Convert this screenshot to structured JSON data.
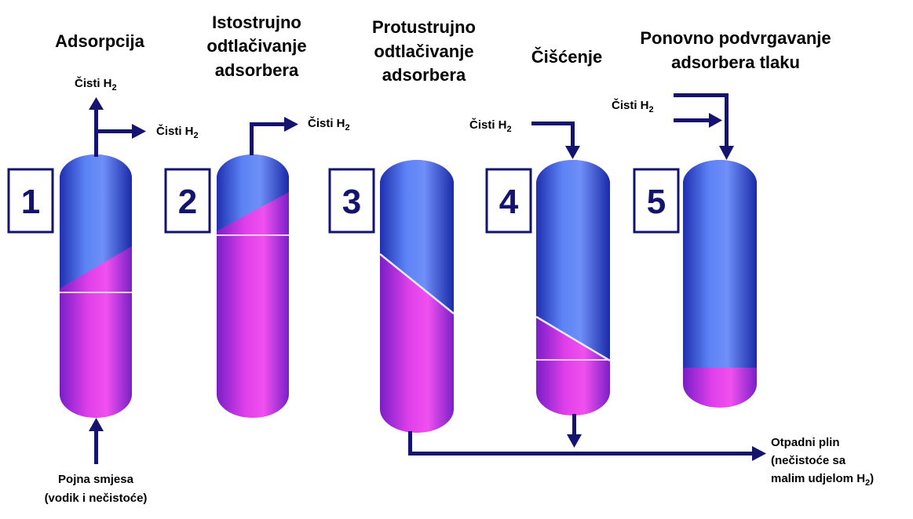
{
  "steps": [
    {
      "number": "1",
      "title": [
        "Adsorpcija"
      ],
      "pink_fraction": 0.54
    },
    {
      "number": "2",
      "title": [
        "Istostrujno",
        "odtlačivanje",
        "adsorbera"
      ],
      "pink_fraction": 0.79
    },
    {
      "number": "3",
      "title": [
        "Protustrujno",
        "odtlačivanje",
        "adsorbera"
      ],
      "pink_fraction": 0.55
    },
    {
      "number": "4",
      "title": [
        "Čišćenje"
      ],
      "pink_fraction": 0.28
    },
    {
      "number": "5",
      "title": [
        "Ponovno podvrgavanje",
        "adsorbera tlaku"
      ],
      "pink_fraction": 0.15
    }
  ],
  "labels": {
    "pure_h2_prefix": "Čisti H",
    "h2_sub": "2",
    "feed": [
      "Pojna smjesa",
      "(vodik i nečistoće)"
    ],
    "waste_line1": "Otpadni plin",
    "waste_line2": "(nečistoće sa",
    "waste_line3_prefix": "malim udjelom H",
    "waste_line3_suffix": ")"
  },
  "colors": {
    "blue": "#5b7ff0",
    "pink": "#e040e6",
    "arrow": "#14146e",
    "box_border": "#14146e"
  }
}
